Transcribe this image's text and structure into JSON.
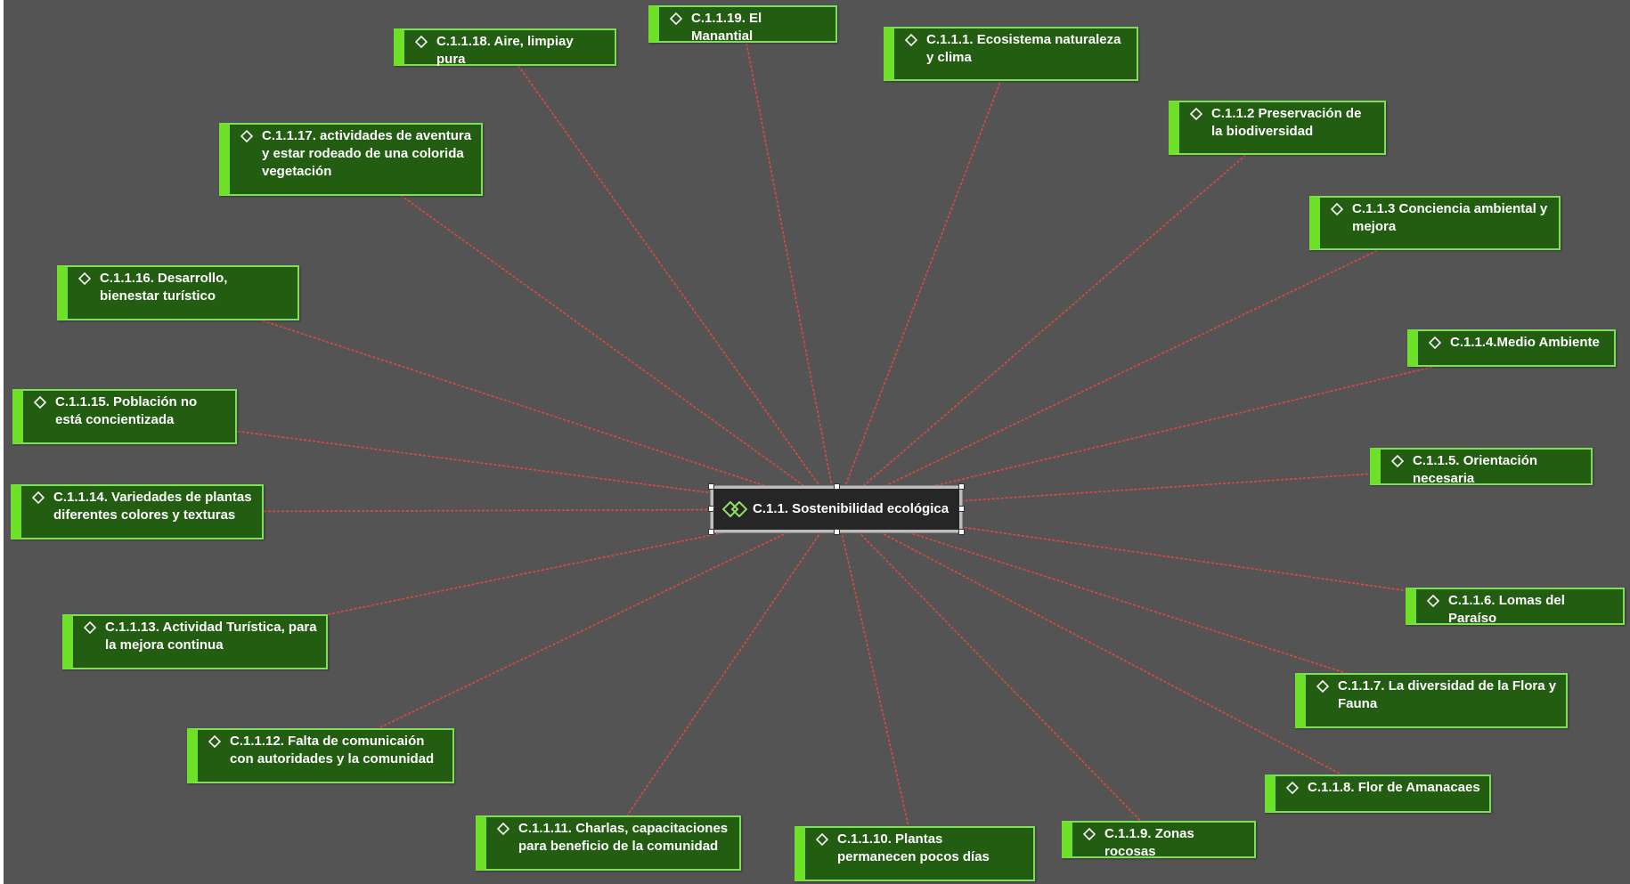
{
  "center": {
    "label": "C.1.1. Sostenibilidad ecológica"
  },
  "colors": {
    "background": "#545454",
    "node_fill": "#225d12",
    "node_border": "#7ee05a",
    "node_accent": "#6fe028",
    "link": "#e0493f",
    "center_fill": "#262626",
    "center_border": "#bdbdbd"
  },
  "icons": {
    "node": "diamond-outline-icon",
    "center": "double-diamond-icon"
  },
  "nodes": [
    {
      "id": "c-1-1-1",
      "label": "C.1.1.1. Ecosistema naturaleza y clima"
    },
    {
      "id": "c-1-1-2",
      "label": "C.1.1.2 Preservación de la biodiversidad"
    },
    {
      "id": "c-1-1-3",
      "label": "C.1.1.3 Conciencia ambiental y mejora"
    },
    {
      "id": "c-1-1-4",
      "label": "C.1.1.4.Medio Ambiente"
    },
    {
      "id": "c-1-1-5",
      "label": "C.1.1.5. Orientación necesaria"
    },
    {
      "id": "c-1-1-6",
      "label": "C.1.1.6. Lomas del Paraíso"
    },
    {
      "id": "c-1-1-7",
      "label": "C.1.1.7. La diversidad de la Flora y Fauna"
    },
    {
      "id": "c-1-1-8",
      "label": "C.1.1.8. Flor de Amanacaes"
    },
    {
      "id": "c-1-1-9",
      "label": "C.1.1.9. Zonas rocosas"
    },
    {
      "id": "c-1-1-10",
      "label": "C.1.1.10. Plantas permanecen pocos días"
    },
    {
      "id": "c-1-1-11",
      "label": "C.1.1.11. Charlas, capacitaciones para beneficio de la comunidad"
    },
    {
      "id": "c-1-1-12",
      "label": "C.1.1.12. Falta de comunicaión con autoridades y la comunidad"
    },
    {
      "id": "c-1-1-13",
      "label": "C.1.1.13. Actividad Turística, para la mejora continua"
    },
    {
      "id": "c-1-1-14",
      "label": "C.1.1.14. Variedades de plantas diferentes colores y texturas"
    },
    {
      "id": "c-1-1-15",
      "label": "C.1.1.15. Población no está concientizada"
    },
    {
      "id": "c-1-1-16",
      "label": "C.1.1.16. Desarrollo, bienestar turístico"
    },
    {
      "id": "c-1-1-17",
      "label": "C.1.1.17. actividades de aventura y estar rodeado de una colorida vegetación"
    },
    {
      "id": "c-1-1-18",
      "label": "C.1.1.18. Aire, limpiay pura"
    },
    {
      "id": "c-1-1-19",
      "label": "C.1.1.19. El Manantial"
    }
  ]
}
